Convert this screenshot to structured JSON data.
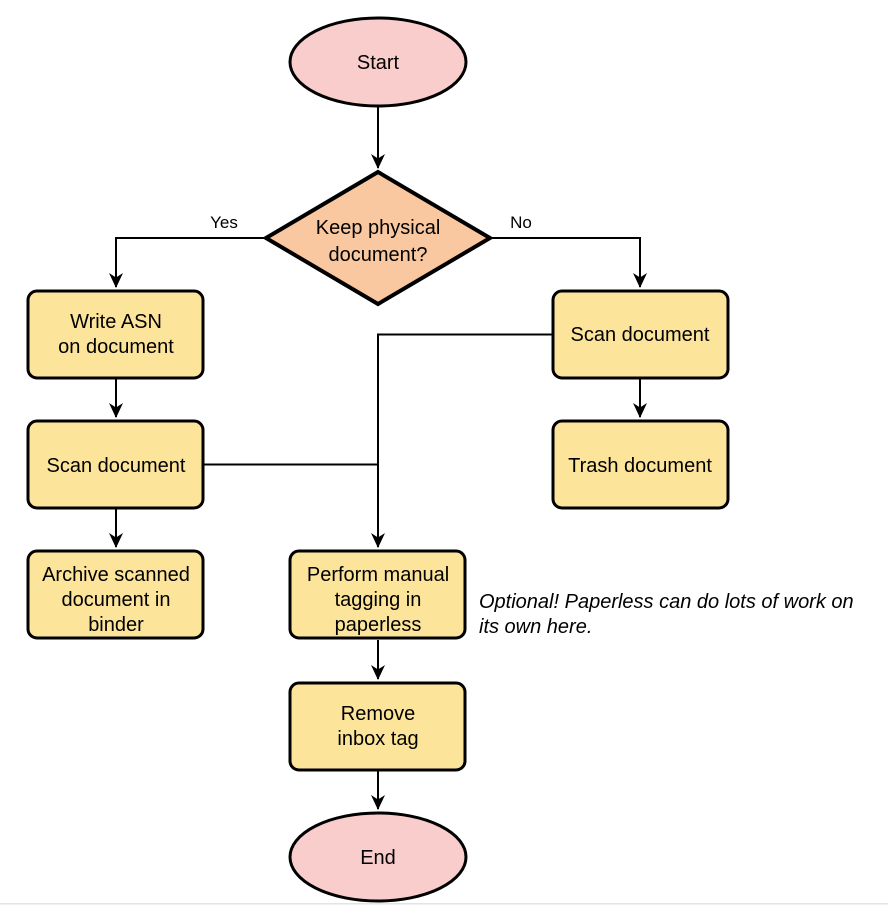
{
  "colors": {
    "terminal_fill": "#F8CDCB",
    "decision_fill": "#FAC8A0",
    "process_fill": "#FCE49B",
    "stroke": "#000000",
    "background": "#FFFFFF"
  },
  "nodes": {
    "start": {
      "label": "Start",
      "type": "terminal"
    },
    "decision": {
      "type": "decision",
      "lines": [
        "Keep physical",
        "document?"
      ]
    },
    "write_asn": {
      "type": "process",
      "lines": [
        "Write ASN",
        "on document"
      ]
    },
    "scan_left": {
      "type": "process",
      "label": "Scan document"
    },
    "archive": {
      "type": "process",
      "lines": [
        "Archive scanned",
        "document in",
        "binder"
      ]
    },
    "scan_right": {
      "type": "process",
      "label": "Scan document"
    },
    "trash": {
      "type": "process",
      "label": "Trash document"
    },
    "tagging": {
      "type": "process",
      "lines": [
        "Perform manual",
        "tagging in",
        "paperless"
      ]
    },
    "remove_tag": {
      "type": "process",
      "lines": [
        "Remove",
        "inbox tag"
      ]
    },
    "end": {
      "label": "End",
      "type": "terminal"
    }
  },
  "edges": {
    "yes_label": "Yes",
    "no_label": "No"
  },
  "note": {
    "lines": [
      "Optional! Paperless can do lots of work on",
      "its own here."
    ]
  }
}
